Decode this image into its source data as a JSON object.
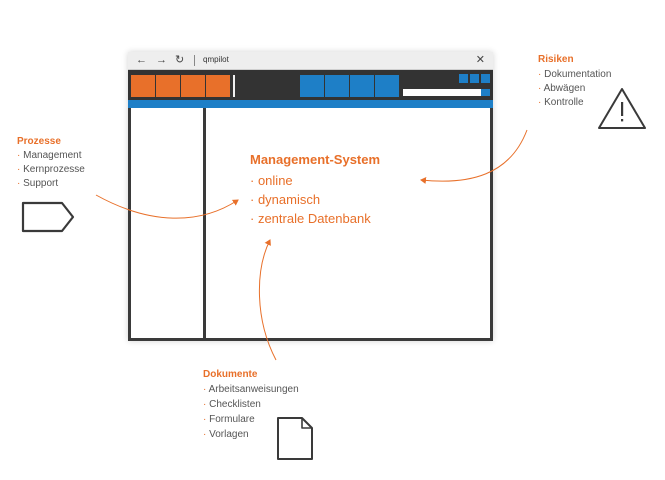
{
  "colors": {
    "accent": "#e8702a",
    "blue": "#1e7fc7",
    "dark": "#3a3a3a"
  },
  "window": {
    "title": "qmpilot",
    "back_icon": "arrow-left-icon",
    "forward_icon": "arrow-right-icon",
    "reload_icon": "reload-icon",
    "close_icon": "close-icon"
  },
  "main": {
    "title": "Management-System",
    "items": [
      "online",
      "dynamisch",
      "zentrale Datenbank"
    ]
  },
  "prozesse": {
    "title": "Prozesse",
    "items": [
      "Management",
      "Kernprozesse",
      "Support"
    ],
    "icon": "tag-icon"
  },
  "risiken": {
    "title": "Risiken",
    "items": [
      "Dokumentation",
      "Abwägen",
      "Kontrolle"
    ],
    "icon": "warning-icon"
  },
  "dokumente": {
    "title": "Dokumente",
    "items": [
      "Arbeitsanweisungen",
      "Checklisten",
      "Formulare",
      "Vorlagen"
    ],
    "icon": "document-icon"
  }
}
